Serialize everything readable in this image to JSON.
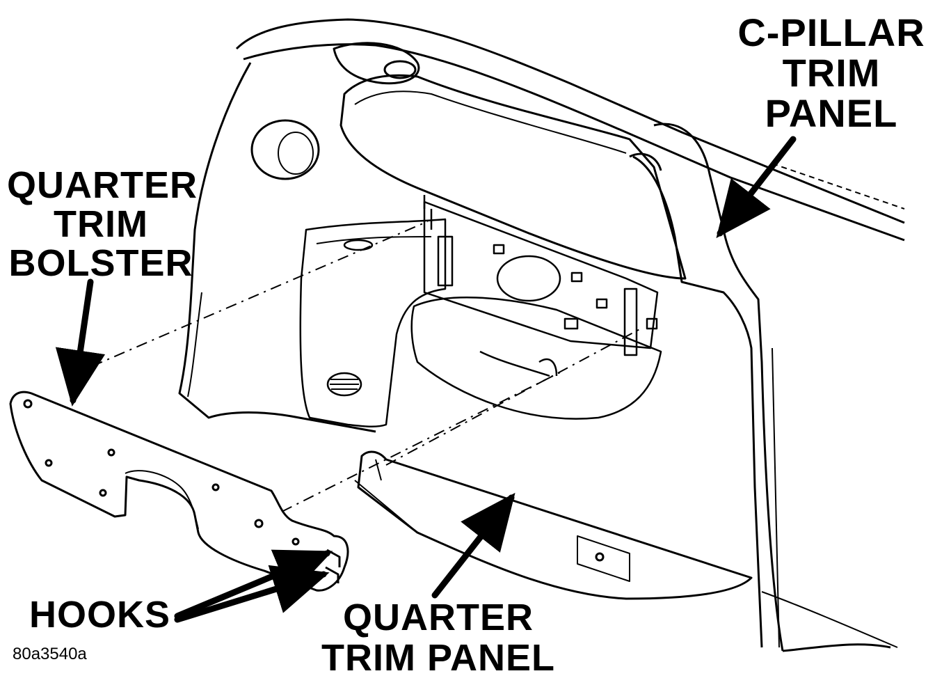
{
  "figure": {
    "figure_id": "80a3540a"
  },
  "callouts": {
    "c_pillar_trim_panel": [
      "C-PILLAR",
      "TRIM",
      "PANEL"
    ],
    "quarter_trim_bolster": [
      "QUARTER",
      "TRIM",
      "BOLSTER"
    ],
    "hooks": "HOOKS",
    "quarter_trim_panel": [
      "QUARTER",
      "TRIM PANEL"
    ]
  },
  "colors": {
    "line": "#000000",
    "background": "#ffffff"
  }
}
